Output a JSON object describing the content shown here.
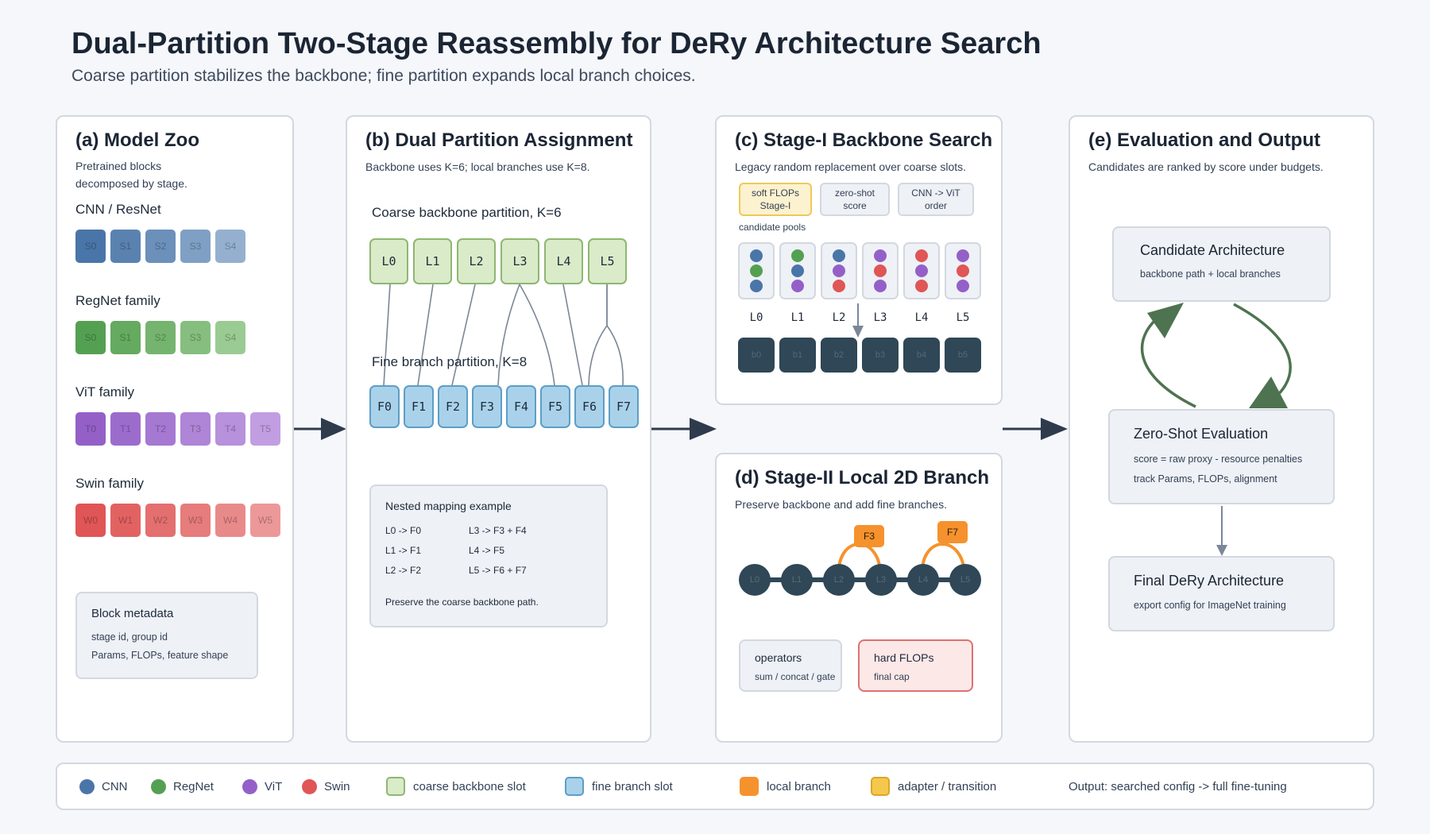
{
  "header": {
    "title": "Dual-Partition Two-Stage Reassembly for DeRy Architecture Search",
    "subtitle": "Coarse partition stabilizes the backbone; fine partition expands local branch choices."
  },
  "colors": {
    "cnn": "#4a75a8",
    "regnet": "#54a052",
    "vit": "#9460c8",
    "swin": "#e05555",
    "coarse_fill": "#d9ebc8",
    "fine_fill": "#a9d2ea",
    "local_branch": "#f5922d",
    "adapter": "#f5c84c",
    "backbone_dark": "#2f4756",
    "loop_green": "#4e7350"
  },
  "model_zoo": {
    "title": "(a) Model Zoo",
    "desc_1": "Pretrained blocks",
    "desc_2": "decomposed by stage.",
    "families": [
      {
        "name": "CNN / ResNet",
        "blocks": [
          "S0",
          "S1",
          "S2",
          "S3",
          "S4"
        ]
      },
      {
        "name": "RegNet family",
        "blocks": [
          "S0",
          "S1",
          "S2",
          "S3",
          "S4"
        ]
      },
      {
        "name": "ViT family",
        "blocks": [
          "T0",
          "T1",
          "T2",
          "T3",
          "T4",
          "T5"
        ]
      },
      {
        "name": "Swin family",
        "blocks": [
          "W0",
          "W1",
          "W2",
          "W3",
          "W4",
          "W5"
        ]
      }
    ],
    "metadata": {
      "title": "Block metadata",
      "line_1": "stage id, group id",
      "line_2": "Params, FLOPs, feature shape"
    }
  },
  "dual_partition": {
    "title": "(b) Dual Partition Assignment",
    "desc": "Backbone uses K=6; local branches use K=8.",
    "coarse_label": "Coarse backbone partition, K=6",
    "coarse_slots": [
      "L0",
      "L1",
      "L2",
      "L3",
      "L4",
      "L5"
    ],
    "fine_label": "Fine branch partition, K=8",
    "fine_slots": [
      "F0",
      "F1",
      "F2",
      "F3",
      "F4",
      "F5",
      "F6",
      "F7"
    ],
    "mapping": {
      "title": "Nested mapping example",
      "rows": [
        [
          "L0 -> F0",
          "L3 -> F3 + F4"
        ],
        [
          "L1 -> F1",
          "L4 -> F5"
        ],
        [
          "L2 -> F2",
          "L5 -> F6 + F7"
        ]
      ],
      "note": "Preserve the coarse backbone path."
    }
  },
  "stage1": {
    "title": "(c) Stage-I Backbone Search",
    "desc": "Legacy random replacement over coarse slots.",
    "pill_1_line1": "soft FLOPs",
    "pill_1_line2": "Stage-I",
    "pill_2_line1": "zero-shot",
    "pill_2_line2": "score",
    "pill_3_line1": "CNN -> ViT",
    "pill_3_line2": "order",
    "pools_label": "candidate pools",
    "slots": [
      "L0",
      "L1",
      "L2",
      "L3",
      "L4",
      "L5"
    ],
    "pools": [
      [
        "cnn",
        "regnet",
        "cnn"
      ],
      [
        "regnet",
        "cnn",
        "vit"
      ],
      [
        "cnn",
        "vit",
        "swin"
      ],
      [
        "vit",
        "swin",
        "vit"
      ],
      [
        "swin",
        "vit",
        "swin"
      ],
      [
        "vit",
        "swin",
        "vit"
      ]
    ],
    "blocks": [
      "b0",
      "b1",
      "b2",
      "b3",
      "b4",
      "b5"
    ]
  },
  "stage2": {
    "title": "(d) Stage-II Local 2D Branch",
    "desc": "Preserve backbone and add fine branches.",
    "nodes": [
      "L0",
      "L1",
      "L2",
      "L3",
      "L4",
      "L5"
    ],
    "branch_1": "F3",
    "branch_2": "F7",
    "operators_title": "operators",
    "operators_sub": "sum / concat / gate",
    "hard_title": "hard FLOPs",
    "hard_sub": "final cap"
  },
  "evaluation": {
    "title": "(e) Evaluation and Output",
    "desc": "Candidates are ranked by score under budgets.",
    "candidate_title": "Candidate Architecture",
    "candidate_sub": "backbone path + local branches",
    "zeroshot_title": "Zero-Shot Evaluation",
    "zeroshot_sub_1": "score = raw proxy - resource penalties",
    "zeroshot_sub_2": "track Params, FLOPs, alignment",
    "final_title": "Final DeRy Architecture",
    "final_sub": "export config for ImageNet training"
  },
  "legend": {
    "cnn": "CNN",
    "regnet": "RegNet",
    "vit": "ViT",
    "swin": "Swin",
    "coarse": "coarse backbone slot",
    "fine": "fine branch slot",
    "local": "local branch",
    "adapter": "adapter / transition",
    "output": "Output: searched config -> full fine-tuning"
  }
}
